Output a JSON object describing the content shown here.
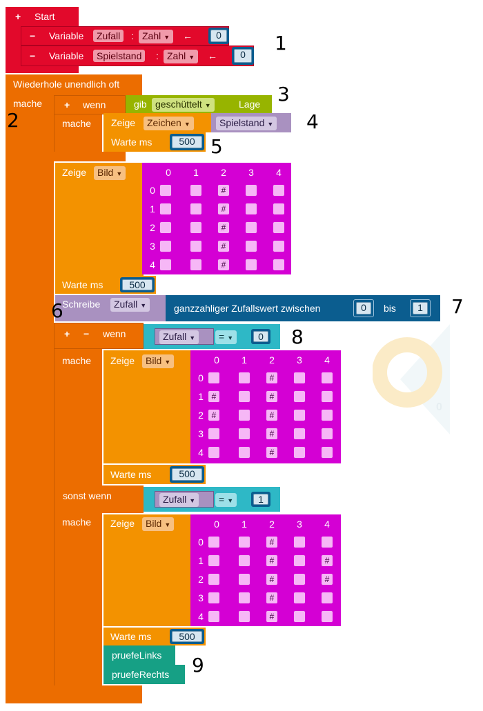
{
  "start_block": {
    "plus": "+",
    "title": "Start",
    "vars": [
      {
        "minus": "−",
        "kw": "Variable",
        "name": "Zufall",
        "colon": ":",
        "type": "Zahl",
        "arrow": "←",
        "value": "0"
      },
      {
        "minus": "−",
        "kw": "Variable",
        "name": "Spielstand",
        "colon": ":",
        "type": "Zahl",
        "arrow": "←",
        "value": "0"
      }
    ]
  },
  "loop": {
    "label": "Wiederhole unendlich oft",
    "mache": "mache"
  },
  "if1": {
    "plus": "+",
    "kw": "wenn",
    "gib": "gib",
    "gesture": "geschüttelt",
    "lage": "Lage",
    "mache": "mache",
    "zeige": "Zeige",
    "zeichen": "Zeichen",
    "var": "Spielstand",
    "warte": "Warte ms",
    "ms": "500"
  },
  "bild1": {
    "zeige": "Zeige",
    "bild": "Bild",
    "warte": "Warte ms",
    "ms": "500"
  },
  "schreibe": {
    "kw": "Schreibe",
    "var": "Zufall",
    "fn": "ganzzahliger Zufallswert zwischen",
    "min": "0",
    "bis": "bis",
    "max": "1"
  },
  "if2": {
    "plus": "+",
    "minus": "−",
    "kw": "wenn",
    "var": "Zufall",
    "op": "=",
    "val": "0",
    "mache": "mache",
    "zeige": "Zeige",
    "bild": "Bild",
    "warte": "Warte ms",
    "ms": "500"
  },
  "elseif": {
    "kw": "sonst wenn",
    "var": "Zufall",
    "op": "=",
    "val": "1",
    "mache": "mache",
    "zeige": "Zeige",
    "bild": "Bild",
    "warte": "Warte ms",
    "ms": "500",
    "call1": "pruefeLinks",
    "call2": "pruefeRechts"
  },
  "grid_headers": [
    "0",
    "1",
    "2",
    "3",
    "4"
  ],
  "grids": {
    "g1": [
      "..#..",
      "..#..",
      "..#..",
      "..#..",
      "..#.."
    ],
    "g2": [
      "..#..",
      "#.#..",
      "#.#..",
      "..#..",
      "..#.."
    ],
    "g3": [
      "..#..",
      "..#.#",
      "..#.#",
      "..#..",
      "..#.."
    ]
  },
  "annotations": [
    "1",
    "2",
    "3",
    "4",
    "5",
    "6",
    "7",
    "8",
    "9"
  ],
  "watermark": {
    "text": "0"
  }
}
